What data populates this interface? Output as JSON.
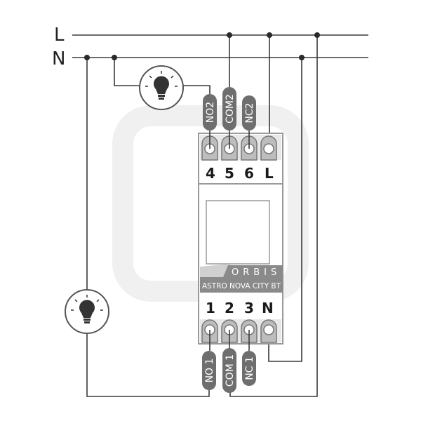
{
  "lines": {
    "live": "L",
    "neutral": "N"
  },
  "top_terminals": {
    "numbers": [
      "4",
      "5",
      "6",
      "L"
    ],
    "contacts": [
      "NO2",
      "COM2",
      "NC2"
    ]
  },
  "bottom_terminals": {
    "numbers": [
      "1",
      "2",
      "3",
      "N"
    ],
    "contacts": [
      "NO 1",
      "COM 1",
      "NC 1"
    ]
  },
  "device": {
    "brand": "ORBIS",
    "model": "ASTRO NOVA CITY BT"
  },
  "colors": {
    "wire": "#3a3a3a",
    "device_gray": "#8a8a8a",
    "pill": "#6e6e6e"
  }
}
